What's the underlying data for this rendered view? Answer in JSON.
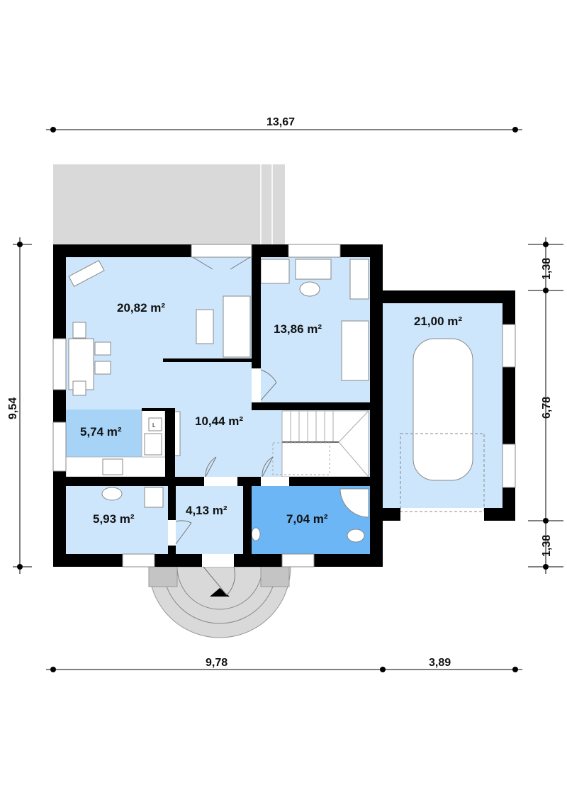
{
  "dimensions": {
    "top_total": "13,67",
    "bottom_left": "9,78",
    "bottom_right": "3,89",
    "left_total": "9,54",
    "right_top": "1,38",
    "right_middle": "6,78",
    "right_bottom": "1,38"
  },
  "rooms": {
    "living": "20,82 m²",
    "study": "13,86 m²",
    "garage": "21,00 m²",
    "hall": "10,44 m²",
    "kitchen": "5,74 m²",
    "boiler_room": "5,93 m²",
    "vestibule": "4,13 m²",
    "bathroom": "7,04 m²"
  },
  "fixture_labels": {
    "fridge": "L"
  },
  "colors": {
    "floor": "#cde6fb",
    "kitchen": "#a6d3f6",
    "bathroom": "#6cb6f5",
    "wall": "#000000",
    "terrace": "#d9d9d9"
  }
}
